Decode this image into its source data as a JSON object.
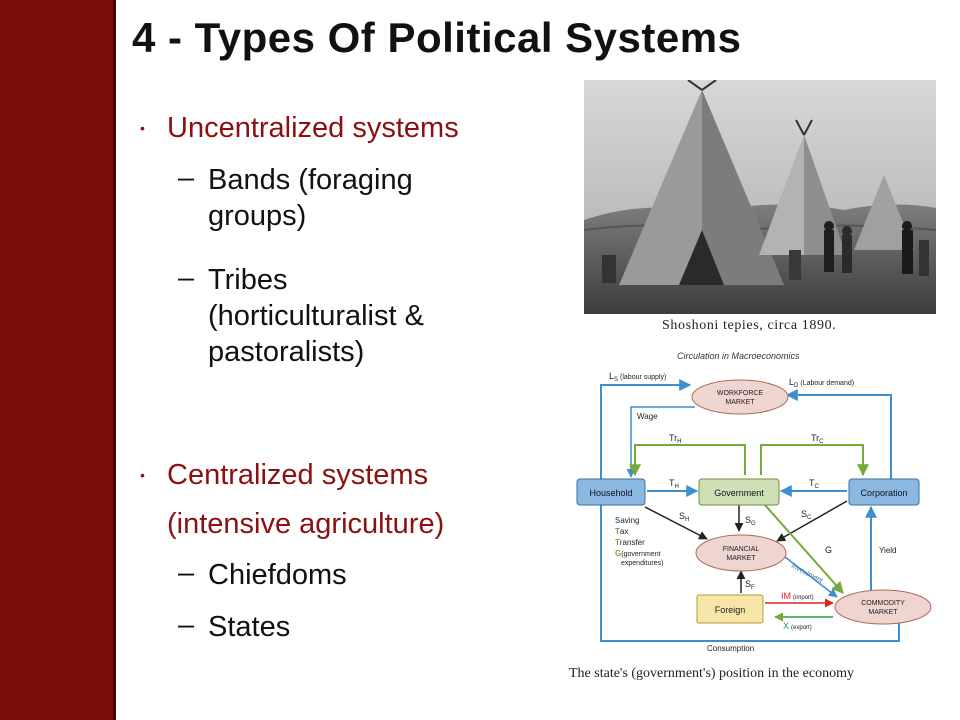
{
  "slide": {
    "title": "4 - Types Of Political Systems",
    "bullets": {
      "b1": "Uncentralized systems",
      "b1_sub1": "Bands (foraging",
      "b1_sub1_cont": "groups)",
      "b1_sub2": "Tribes",
      "b1_sub2_cont1": "(horticulturalist &",
      "b1_sub2_cont2": "pastoralists)",
      "b2": "Centralized systems",
      "b2_cont": "(intensive agriculture)",
      "b2_sub1": "Chiefdoms",
      "b2_sub2": "States"
    },
    "dash": "–",
    "dot": "•"
  },
  "photo": {
    "caption": "Shoshoni tepies, circa 1890."
  },
  "diagram": {
    "heading": "Circulation in Macroeconomics",
    "ls": "L",
    "ls_sub": "S",
    "ls_desc": "(labour supply)",
    "ld": "L",
    "ld_sub": "D",
    "ld_desc": "(Labour demand)",
    "workforce1": "WORKFORCE",
    "workforce2": "MARKET",
    "wage": "Wage",
    "trh": "Tr",
    "trh_sub": "H",
    "trc": "Tr",
    "trc_sub": "C",
    "th": "T",
    "th_sub": "H",
    "tc": "T",
    "tc_sub": "C",
    "household": "Household",
    "government": "Government",
    "corporation": "Corporation",
    "sh": "S",
    "sh_sub": "H",
    "sg": "S",
    "sg_sub": "G",
    "sc": "S",
    "sc_sub": "C",
    "g": "G",
    "yield": "Yield",
    "financial1": "FINANCIAL",
    "financial2": "MARKET",
    "investment": "Investment",
    "sf": "S",
    "sf_sub": "F",
    "foreign": "Foreign",
    "im": "IM",
    "im_desc": "(import)",
    "x": "X",
    "x_desc": "(export)",
    "commodity1": "COMMODITY",
    "commodity2": "MARKET",
    "consumption": "Consumption",
    "legend_s": "S",
    "legend_s_rest": "aving",
    "legend_t": "T",
    "legend_t_rest": "ax",
    "legend_tr": "T",
    "legend_tr_rest": "ransfer",
    "legend_g": "G",
    "legend_g_rest": "(government",
    "legend_g_rest2": "expenditures)",
    "caption": "The state's (government's) position in the economy"
  },
  "colors": {
    "sidebar": "#7a0c0c",
    "accent_text": "#8b1111",
    "diagram_blue": "#3d8fd0",
    "diagram_green": "#77a83a",
    "diagram_salmon": "#eed5cf"
  }
}
